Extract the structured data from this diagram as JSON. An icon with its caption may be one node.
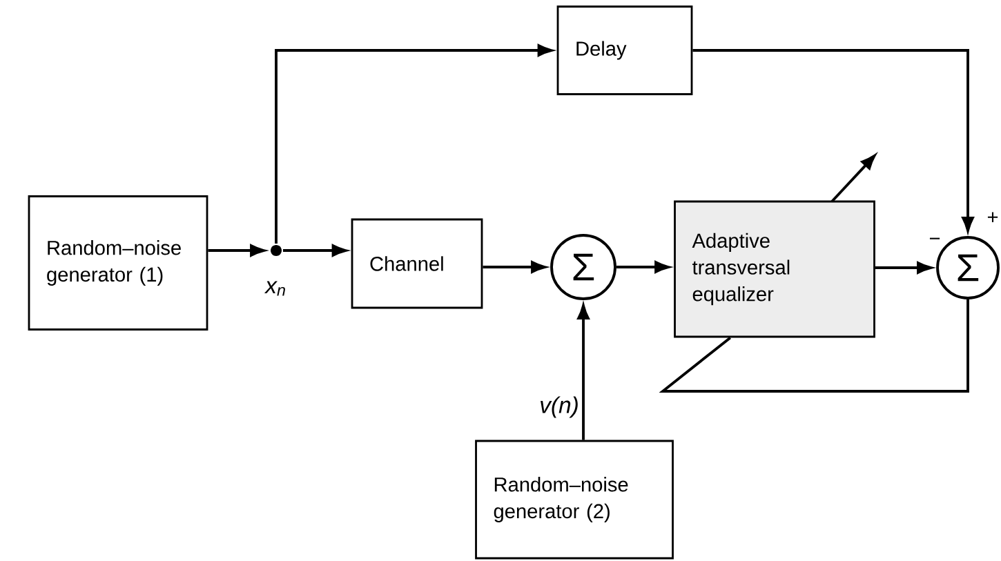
{
  "diagram": {
    "nodes": [
      {
        "text": [
          "Random–noise generator (1)"
        ]
      },
      {
        "text": [],
        "shape": "circle",
        "beside": [
          "x$_{n}$"
        ]
      },
      {
        "text": [
          "Channel"
        ]
      },
      {
        "text": [
          "Σ"
        ]
      },
      {
        "text": [
          "Delay"
        ]
      },
      {
        "text": [
          "Adaptive transversal equalizer"
        ]
      },
      {
        "text": [
          "Σ"
        ]
      },
      {
        "text": [
          "Random–noise generator (2)"
        ]
      }
    ],
    "edges": [
      {
        "from": 0,
        "to": 1,
        "arrow": "to"
      },
      {
        "from": 1,
        "to": 2,
        "arrow": "to"
      },
      {
        "from": 1,
        "to": 4,
        "arrow": "to"
      },
      {
        "from": 2,
        "to": 3,
        "arrow": "to"
      },
      {
        "from": 7,
        "to": 3,
        "arrow": "to",
        "label": "v(n)"
      },
      {
        "from": 3,
        "to": 5,
        "arrow": "to"
      },
      {
        "from": 5,
        "to": 6,
        "arrow": "to"
      },
      {
        "from": 4,
        "to": 6,
        "arrow": "to"
      },
      {
        "from": 6,
        "to": 5,
        "arrow": "none"
      }
    ],
    "labels": [
      "−",
      "+"
    ]
  }
}
